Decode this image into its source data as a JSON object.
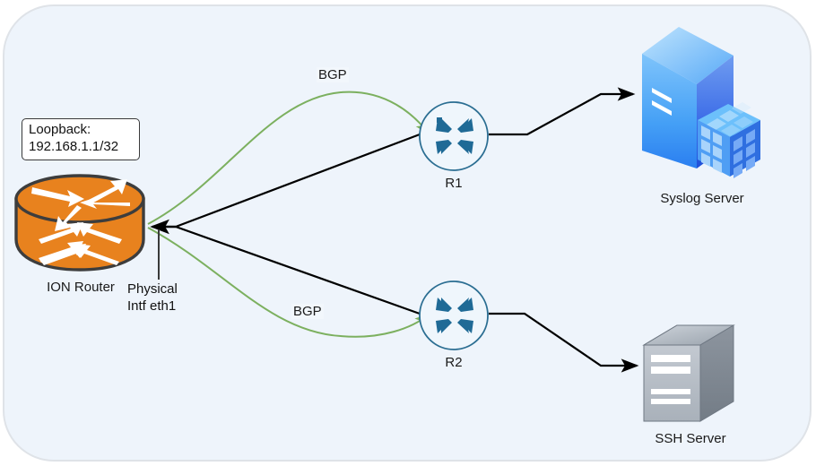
{
  "canvas": {
    "background_color": "#ffffff",
    "panel_fill": "#eef4fb",
    "panel_border": "#dfe3e8"
  },
  "colors": {
    "router_orange": "#e8821e",
    "router_outline": "#3d3d3d",
    "bgp_green": "#71a85a",
    "link_black": "#000000",
    "node_blue": "#1f6a96",
    "circle_stroke": "#2b6e92",
    "syslog_blue_light": "#4aa8f5",
    "syslog_blue_dark": "#2355d8",
    "ssh_gray_light": "#b9bfc7",
    "ssh_gray_dark": "#7b848f"
  },
  "nodes": {
    "ion_router": {
      "label": "ION Router",
      "icon": "cisco-router-icon"
    },
    "r1": {
      "label": "R1",
      "icon": "router-node-icon"
    },
    "r2": {
      "label": "R2",
      "icon": "router-node-icon"
    },
    "syslog_server": {
      "label": "Syslog Server",
      "icon": "syslog-server-icon"
    },
    "ssh_server": {
      "label": "SSH Server",
      "icon": "ssh-server-icon"
    }
  },
  "callouts": {
    "loopback": {
      "line1": "Loopback:",
      "line2": "192.168.1.1/32"
    },
    "physical_intf": {
      "line1": "Physical",
      "line2": "Intf eth1"
    }
  },
  "edges": {
    "bgp_top": {
      "label": "BGP",
      "from": "ion_router",
      "to": "r1",
      "color": "#71a85a"
    },
    "bgp_bottom": {
      "label": "BGP",
      "from": "ion_router",
      "to": "r2",
      "color": "#71a85a"
    },
    "link_r1": {
      "from": "r1",
      "to": "ion_router",
      "color": "#000000"
    },
    "link_r2": {
      "from": "r2",
      "to": "ion_router",
      "color": "#000000"
    },
    "link_syslog": {
      "from": "r1",
      "to": "syslog_server",
      "color": "#000000"
    },
    "link_ssh": {
      "from": "r2",
      "to": "ssh_server",
      "color": "#000000"
    }
  }
}
